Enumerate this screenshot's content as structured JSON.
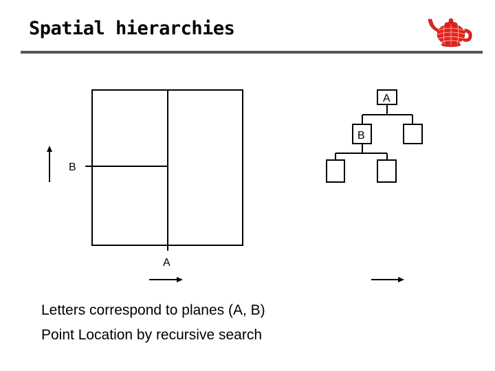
{
  "slide": {
    "title": "Spatial hierarchies"
  },
  "diagram": {
    "planes": {
      "a_label": "A",
      "b_label": "B"
    },
    "tree": {
      "root_label": "A",
      "child_label": "B"
    }
  },
  "bullets": [
    "Letters correspond to planes (A, B)",
    "Point Location by recursive search"
  ],
  "colors": {
    "title_rule": "#555555",
    "logo_red": "#e8231e"
  },
  "icons": {
    "logo": "teapot-logo-icon"
  }
}
